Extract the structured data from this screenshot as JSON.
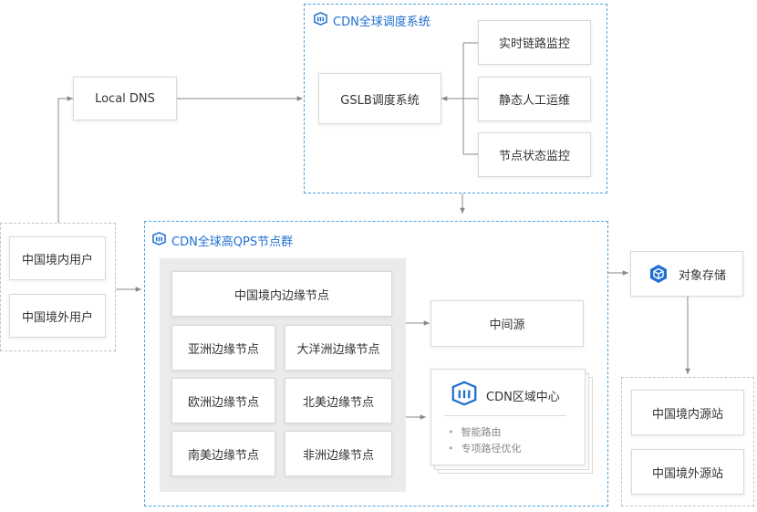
{
  "groups": {
    "dispatch_title": "CDN全球调度系统",
    "nodes_title": "CDN全球高QPS节点群"
  },
  "users": {
    "domestic": "中国境内用户",
    "overseas": "中国境外用户"
  },
  "local_dns": "Local DNS",
  "gslb": "GSLB调度系统",
  "monitors": [
    "实时链路监控",
    "静态人工运维",
    "节点状态监控"
  ],
  "edge_nodes": {
    "domestic": "中国境内边缘节点",
    "asia": "亚洲边缘节点",
    "oceania": "大洋洲边缘节点",
    "europe": "欧洲边缘节点",
    "north_america": "北美边缘节点",
    "south_america": "南美边缘节点",
    "africa": "非洲边缘节点"
  },
  "middle_source": "中间源",
  "region_center": {
    "title": "CDN区域中心",
    "items": [
      "智能路由",
      "专项路径优化"
    ]
  },
  "object_storage": "对象存储",
  "origins": {
    "domestic": "中国境内源站",
    "overseas": "中国境外源站"
  },
  "colors": {
    "accent": "#1f6fd1",
    "dashed_blue": "#4aa3df",
    "connector": "#888888"
  },
  "icons": [
    "cdn-logo-icon",
    "cube-icon"
  ]
}
